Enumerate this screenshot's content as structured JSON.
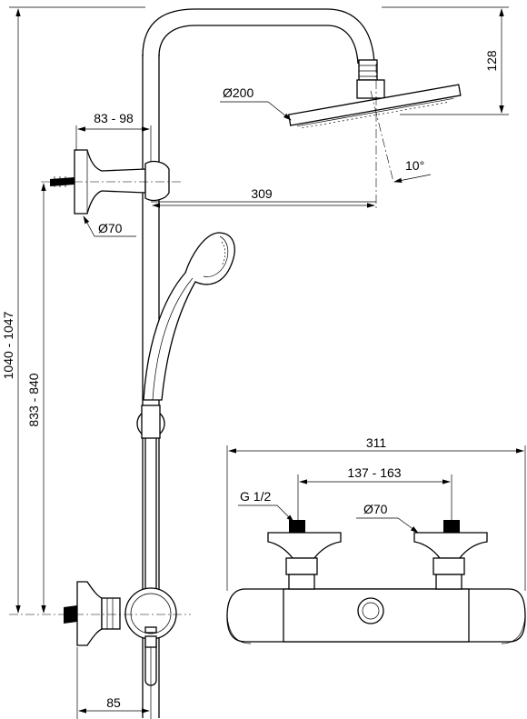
{
  "dimensions": {
    "head_height": "128",
    "head_diameter": "Ø200",
    "head_tilt": "10°",
    "bracket_depth": "83 - 98",
    "bracket_reach": "309",
    "bracket_diameter": "Ø70",
    "overall_height": "1040 - 1047",
    "inlet_height": "833 - 840",
    "mixer_depth": "85",
    "mixer_width": "311",
    "inlet_spacing": "137 - 163",
    "thread_size": "G 1/2",
    "escutcheon_diameter": "Ø70"
  }
}
